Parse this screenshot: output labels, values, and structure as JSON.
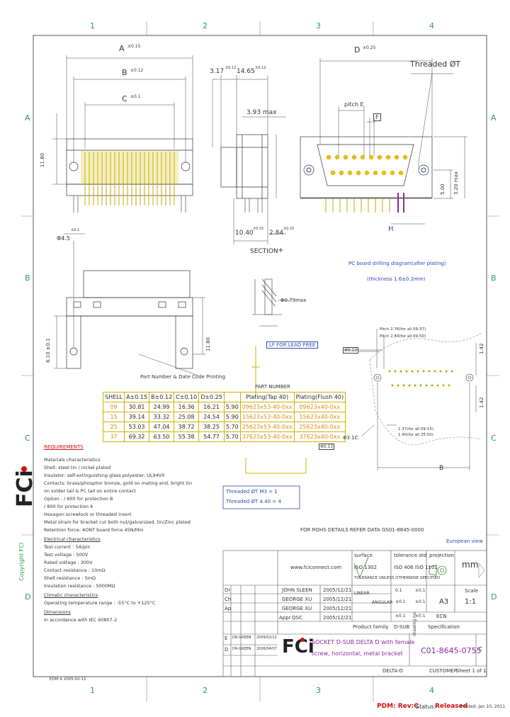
{
  "zones": {
    "top": [
      "1",
      "2",
      "3",
      "4"
    ],
    "bottom": [
      "1",
      "2",
      "3",
      "4"
    ],
    "left": [
      "A",
      "B",
      "C",
      "D"
    ],
    "right": [
      "A",
      "B",
      "C",
      "D"
    ]
  },
  "dims": {
    "a": "A",
    "a_tol": "±0.15",
    "b": "B",
    "b_tol": "±0.12",
    "c": "C",
    "c_tol": "±0.1",
    "d": "D",
    "d_tol": "±0.25",
    "e": "E",
    "f": "F",
    "h": "H",
    "pitch_e": "pitch E",
    "threaded": "Threaded ØT",
    "d317": "3.17",
    "d317_tol": "±0.12",
    "d1465": "14.65",
    "d1465_tol": "±0.12",
    "d393": "3.93 max",
    "d1040": "10.40",
    "d1040_tol": "±0.15",
    "d284": "2.84",
    "d284_tol": "±0.15",
    "section": "SECTION",
    "section_mark": "+",
    "phi": "Φ4.5",
    "phi_tol": "±0.1",
    "d079": "Φ0.79max",
    "d500": "5.00",
    "d320": "3.20 max",
    "d1180": "11.80",
    "d610": "6.10 ±0.1",
    "d142a": "1.42",
    "d142b": "1.42",
    "d31c": "Φ3.1C",
    "pcb_note": "PC board drilling diagram(after plating)",
    "pcb_thick": "(thickness 1.6±0.2mm)",
    "pitch1": "Pitch 2.76(for all 09-37)",
    "pitch2": "Pitch 2.84(for all 09-50)",
    "pitch3": "1.37(for all 09-15)",
    "pitch4": "1.40(for all 25-50)",
    "part_note": "Part Number & Date Code Printing",
    "lf_label": "LF FOR LEAD FREE",
    "phi013a": "Φ0.13",
    "phi013b": "Φ0.13",
    "threaded1": "Threaded ØT   M3 = 1",
    "threaded2": "Threaded ØT   4.40 = 4",
    "rohs": "FOR ROHS DETAILS REFER DATA GS01-8645-0000",
    "european": "European view",
    "rev_mark": "B"
  },
  "part_table": {
    "title": "PART NUMBER",
    "headers": [
      "SHELL",
      "A±0.15",
      "B±0.12",
      "C±0.10",
      "D±0.25",
      "Plating(Tap 40)",
      "Plating(Flush 40)"
    ],
    "rows": [
      [
        "09",
        "30.81",
        "24.99",
        "16.36",
        "16.21",
        "5.90",
        "09623x53-40-0xx",
        "09623x40-0xx"
      ],
      [
        "15",
        "39.14",
        "33.32",
        "25.08",
        "24.54",
        "5.90",
        "15623x53-40-0xx",
        "15623x40-0xx"
      ],
      [
        "25",
        "53.03",
        "47.04",
        "38.72",
        "38.25",
        "5.70",
        "25623x53-40-0xx",
        "25623x40-0xx"
      ],
      [
        "37",
        "69.32",
        "63.50",
        "55.38",
        "54.77",
        "5.70",
        "37623x53-40-0xx",
        "37623x40-0xx"
      ]
    ]
  },
  "requirements": {
    "title": "REQUIREMENTS",
    "lines": [
      "Materials characteristics",
      "Shell: steel tin / nickel plated",
      "Insulator: self-extinguishing glass polyester, UL94V0",
      "Contacts: brass/phosphor bronze, gold on mating end, bright tin",
      "    on solder tail & PC tail on entire contact",
      "Option  :  / 600 for protection B",
      "           / 800 for protection 4",
      "Hexagon screwlock or threaded insert",
      "Metal strain for bracket cut both nut/galvanized, tin/Zinc plated",
      "Retention force: 4ONT board force 45N/Min",
      "Electrical characteristics",
      "    Test current : 5A/pin",
      "    Test voltage : 500V",
      "    Rated voltage : 300V",
      "    Contact resistance : 10mΩ",
      "    Shell resistance : 5mΩ",
      "    Insulation resistance : 5000MΩ",
      "Climatic characteristics",
      "    Operating temperature range : -55°C to +125°C",
      "Dimensions",
      "    In accordance with IEC 60807-2"
    ]
  },
  "logo": {
    "text": "FCi",
    "copyright": "Copyright FCI"
  },
  "title_block": {
    "web": "www.fciconnect.com",
    "surface": "surface",
    "surface_val": "ISO 1302",
    "tol_std": "tolerance std",
    "tol_val": "ISO 406  ISO 1101",
    "tolerance_note": "TOLERANCE UNLESS OTHERWISE SPECIFIED",
    "projection": "projection",
    "unit": "mm",
    "drawn": "Dr",
    "drawn_name": "JOHN SLEEN",
    "drawn_date": "2005/12/21",
    "checked": "Ch",
    "checked_name": "GEORGE XU",
    "checked_date": "2005/12/21",
    "approved": "Ap",
    "approved_name": "GEORGE XU",
    "approved_date": "2005/12/21",
    "appr2": "Appr",
    "appr2_name": "QSC",
    "appr2_date": "2005/12/21",
    "lin": "LINEAR",
    "ang": "ANGULAR",
    "tol_a": "0.1",
    "tol_b": "±0.1",
    "tol_c": "±0.1",
    "tol_d": "±0.1",
    "tol_e": "±0.1",
    "tol_f": "±0.1",
    "format": "A3",
    "scale": "Scale",
    "scale_val": "1:1",
    "ecn": "ECN",
    "product_family": "Product family",
    "pf_val": "D-SUB",
    "spec": "Specification",
    "rev1": "E",
    "rev1_text": "DR-GREEN",
    "rev1_date": "2009/02/12",
    "rev2": "D",
    "rev2_text": "DR-GREEN",
    "rev2_date": "2006/04/07",
    "title_line1": "SOCKET D-SUB DELTA D with female",
    "title_line2": "screw, horizontal, metal bracket",
    "drawing_no": "C01-8645-0755",
    "drawing_label": "drawing no.",
    "sheet": "DELTA-D",
    "customer": "CUSTOMER",
    "sheet_no": "Sheet 1 of 1",
    "rev": "C"
  },
  "footer": {
    "left": "EDM  A  2005-02-11",
    "pdm": "PDM: Rev:C",
    "status": "Status:",
    "released": "Released",
    "printed": "Printed: Jan 10, 2011"
  }
}
